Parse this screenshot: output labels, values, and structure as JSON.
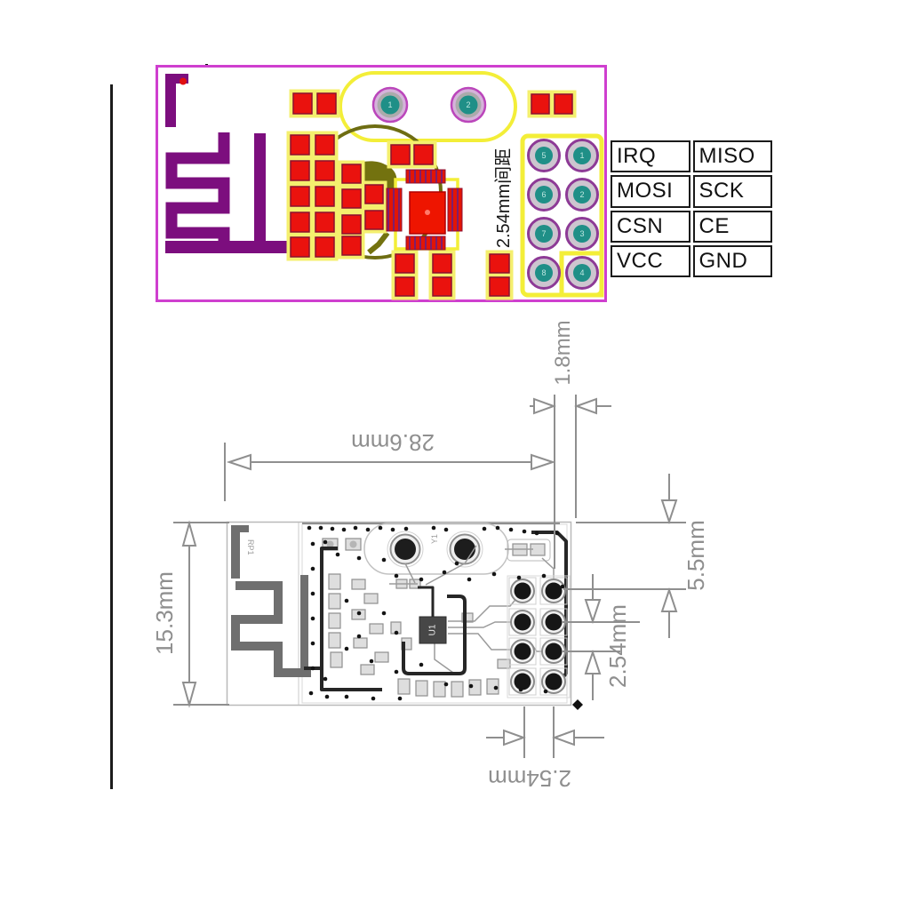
{
  "pin_table": {
    "rows": [
      [
        "IRQ",
        "MISO"
      ],
      [
        "MOSI",
        "SCK"
      ],
      [
        "CSN",
        "CE"
      ],
      [
        "VCC",
        "GND"
      ]
    ]
  },
  "top_board": {
    "pitch_label": "2.54mm间距",
    "hole_pins": [
      "1",
      "2"
    ],
    "connector_left_col": [
      "5",
      "6",
      "7",
      "8"
    ],
    "connector_right_col": [
      "1",
      "2",
      "3",
      "4"
    ]
  },
  "dimensions": {
    "board_length": "28.6mm",
    "pad_edge_offset": "1.8mm",
    "board_width": "15.3mm",
    "top_to_first_pin": "5.5mm",
    "pin_row_pitch": "2.54mm",
    "pin_col_pitch": "2.54mm"
  },
  "refs": {
    "antenna_label": "RP1",
    "ic_label": "U1",
    "crystal_label": "Y1"
  },
  "colors": {
    "board_outline_magenta": "#cf3fcf",
    "antenna_purple": "#7c0e7e",
    "pad_red": "#ea120e",
    "halo_yellow": "#f4ef6e",
    "outline_yellow": "#f3ee38",
    "olive": "#6e6d12",
    "teal": "#1f8f87",
    "ring_purple": "#8d3a96",
    "dimension_gray": "#8f8f8f",
    "drawing_dark": "#262626"
  }
}
